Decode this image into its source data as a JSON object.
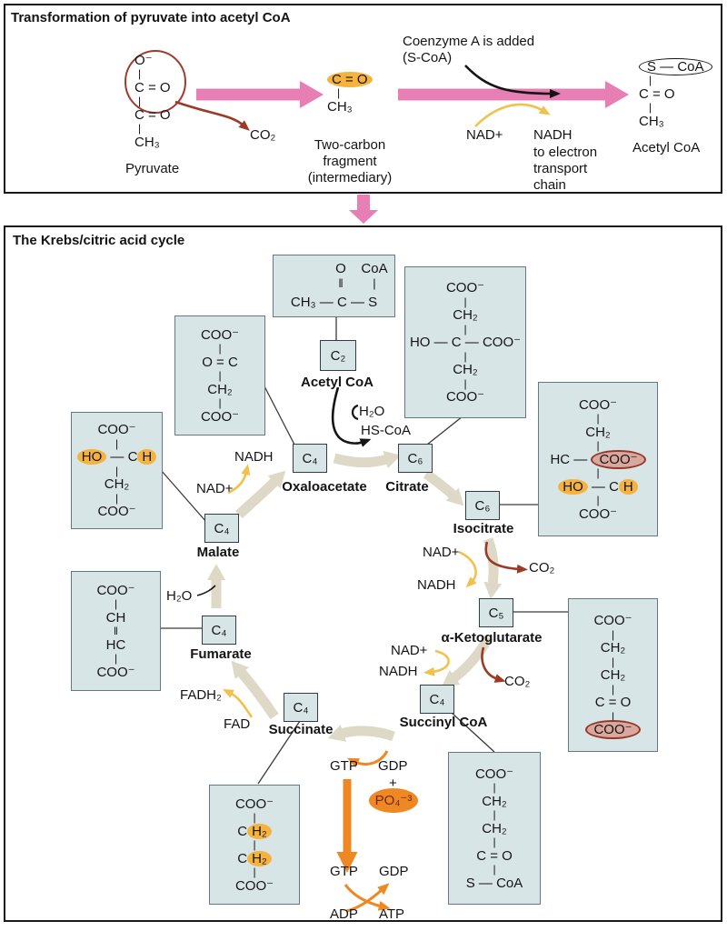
{
  "colors": {
    "pink_arrow": "#e87fb4",
    "cycle_arrow_beige": "#ded9c6",
    "yellow_arrow": "#f0c14b",
    "dark_red_arrow": "#9c3a28",
    "orange_arrow": "#ef8722",
    "highlight_orange": "#f5b33e",
    "red_ellipse_fill": "#d9a79e",
    "red_ellipse_stroke": "#94382a",
    "structure_box_fill": "#d7e5e6"
  },
  "top_panel": {
    "title": "Transformation of pyruvate into acetyl CoA",
    "pyruvate": {
      "label": "Pyruvate"
    },
    "co2": "CO₂",
    "fragment": {
      "label": "Two-carbon\nfragment\n(intermediary)"
    },
    "coenzyme_note": "Coenzyme A is added\n(S-CoA)",
    "nad_plus": "NAD+",
    "nadh": "NADH",
    "nadh_note": "to electron\ntransport\nchain",
    "acetyl": {
      "label": "Acetyl CoA"
    }
  },
  "cycle": {
    "title": "The Krebs/citric acid cycle",
    "nodes": {
      "acetyl": {
        "tag": "C₂",
        "label": "Acetyl CoA"
      },
      "oxaloacetate": {
        "tag": "C₄",
        "label": "Oxaloacetate"
      },
      "citrate": {
        "tag": "C₆",
        "label": "Citrate"
      },
      "isocitrate": {
        "tag": "C₆",
        "label": "Isocitrate"
      },
      "ketoglutarate": {
        "tag": "C₅",
        "label": "α-Ketoglutarate"
      },
      "succinyl": {
        "tag": "C₄",
        "label": "Succinyl CoA"
      },
      "succinate": {
        "tag": "C₄",
        "label": "Succinate"
      },
      "fumarate": {
        "tag": "C₄",
        "label": "Fumarate"
      },
      "malate": {
        "tag": "C₄",
        "label": "Malate"
      }
    },
    "cofactors": {
      "h2o_citrate": "H₂O",
      "hscoa": "HS-CoA",
      "nadh_oxalo": "NADH",
      "nad_oxalo": "NAD+",
      "nad_iso": "NAD+",
      "nadh_iso": "NADH",
      "co2_iso": "CO₂",
      "nad_akg": "NAD+",
      "nadh_akg": "NADH",
      "co2_akg": "CO₂",
      "fadh2": "FADH₂",
      "fad": "FAD",
      "h2o_fumarate": "H₂O",
      "gtp_upper": "GTP",
      "gdp_upper": "GDP",
      "plus": "+",
      "phosphate": "PO₄⁻³",
      "gtp_lower": "GTP",
      "gdp_lower": "GDP",
      "adp": "ADP",
      "atp": "ATP"
    }
  },
  "structures": {
    "pyruvate": [
      "O⁻",
      "|",
      "C = O",
      "|",
      "C = O",
      "|",
      "CH₃"
    ],
    "fragment": [
      "[[C = O]]",
      "|",
      "CH₃"
    ],
    "acetyl_top": [
      "{{S — CoA}}",
      "|",
      "C = O",
      "|",
      "CH₃"
    ],
    "acetylcoa_box": {
      "top_left": "O",
      "top_right": "CoA",
      "bond_double": "‖",
      "bond_single": "|",
      "main": "CH₃ — C — S"
    },
    "citrate": [
      "COO⁻",
      "|",
      "CH₂",
      "|",
      "HO — C — COO⁻",
      "|",
      "CH₂",
      "|",
      "COO⁻"
    ],
    "oxaloacetate": [
      "COO⁻",
      "|",
      "O = C",
      "|",
      "CH₂",
      "|",
      "COO⁻"
    ],
    "malate": [
      "COO⁻",
      "|",
      "[[HO]] — C[[H]]",
      "|",
      "CH₂",
      "|",
      "COO⁻"
    ],
    "isocitrate": [
      "COO⁻",
      "|",
      "CH₂",
      "|",
      "HC — ((COO⁻))",
      "|",
      "[[HO]] — C[[H]]",
      "|",
      "COO⁻"
    ],
    "ketoglutarate": [
      "COO⁻",
      "|",
      "CH₂",
      "|",
      "CH₂",
      "|",
      "C = O",
      "|",
      "((COO⁻))"
    ],
    "succinyl": [
      "COO⁻",
      "|",
      "CH₂",
      "|",
      "CH₂",
      "|",
      "C = O",
      "|",
      "S — CoA"
    ],
    "fumarate": [
      "COO⁻",
      "|",
      "CH",
      "‖",
      "HC",
      "|",
      "COO⁻"
    ],
    "succinate": [
      "COO⁻",
      "|",
      "C[[H₂]]",
      "|",
      "C[[H₂]]",
      "|",
      "COO⁻"
    ]
  }
}
